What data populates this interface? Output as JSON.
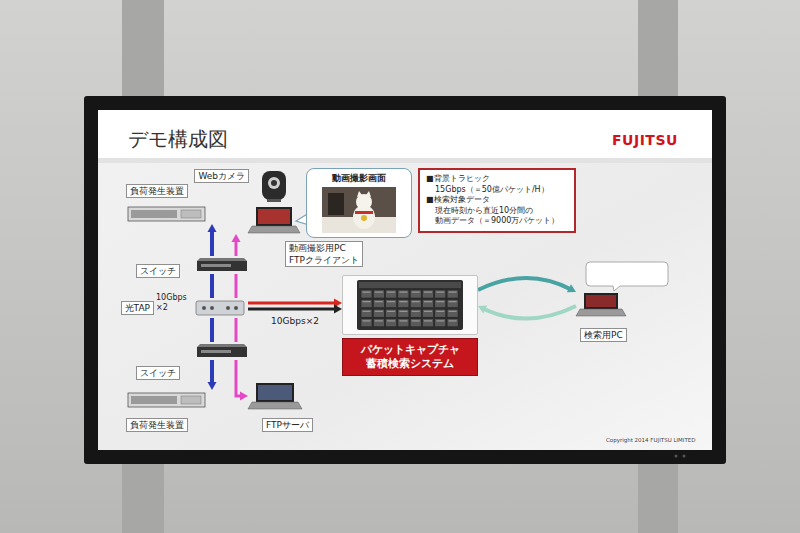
{
  "diagram": {
    "title": "デモ構成図",
    "nodes": [
      {
        "text": [
          "負荷発生装置"
        ]
      },
      {
        "text": [
          "Webカメラ"
        ]
      },
      {
        "text": [
          "動画撮影画面"
        ]
      },
      {
        "text": [
          "動画撮影用PC FTPクライアント"
        ]
      },
      {
        "text": [
          "■背景トラヒック",
          "15Gbps（＝50億パケット/H）",
          "■検索対象データ",
          "現在時刻から直近10分間の 動画データ（＝9000万パケット）"
        ]
      },
      {
        "text": [
          "スイッチ"
        ]
      },
      {
        "text": [
          "光TAP"
        ]
      },
      {
        "text": [
          "パケットキャプチャ 蓄積検索システム"
        ]
      },
      {
        "text": [
          "検索用PC"
        ]
      },
      {
        "text": [
          "スイッチ"
        ]
      },
      {
        "text": [
          "負荷発生装置"
        ]
      },
      {
        "text": [
          "FTPサーバ"
        ]
      }
    ],
    "edges": [
      {
        "from": 5,
        "to": 0,
        "arrow": "to"
      },
      {
        "from": 5,
        "to": 6,
        "arrow": "none"
      },
      {
        "from": 6,
        "to": 9,
        "arrow": "none"
      },
      {
        "from": 9,
        "to": 10,
        "arrow": "to"
      },
      {
        "from": 5,
        "to": 3,
        "arrow": "to"
      },
      {
        "from": 5,
        "to": 6,
        "arrow": "none"
      },
      {
        "from": 6,
        "to": 9,
        "arrow": "none"
      },
      {
        "from": 9,
        "to": 11,
        "arrow": "to"
      },
      {
        "from": 6,
        "to": 7,
        "label": "10Gbps×2",
        "arrow": "to"
      },
      {
        "from": 7,
        "to": 8,
        "arrow": "both"
      }
    ],
    "labels": [
      "FUJITSU",
      "10Gbps ×2",
      "Copyright 2014 FUJITSU LIMITED"
    ]
  }
}
